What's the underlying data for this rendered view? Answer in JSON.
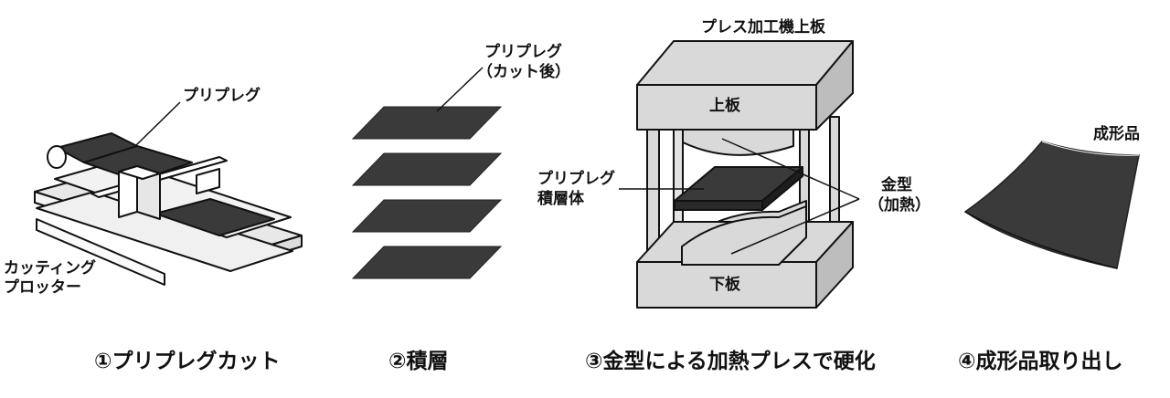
{
  "panel1": {
    "prepreg_label": "プリプレグ",
    "plotter_label_line1": "カッティング",
    "plotter_label_line2": "プロッター"
  },
  "panel2": {
    "prepreg_label_line1": "プリプレグ",
    "prepreg_label_line2": "（カット後）"
  },
  "panel3": {
    "machine_label": "プレス加工機上板",
    "upper_plate_label": "上板",
    "lower_plate_label": "下板",
    "laminate_label_line1": "プリプレグ",
    "laminate_label_line2": "積層体",
    "mold_label_line1": "金型",
    "mold_label_line2": "（加熱）"
  },
  "panel4": {
    "product_label": "成形品"
  },
  "steps": [
    "①プリプレグカット",
    "②積層",
    "③金型による加熱プレスで硬化",
    "④成形品取り出し"
  ],
  "colors": {
    "machine_gray": "#d9d9d9",
    "sheet_dark": "#3a3a3a",
    "outline": "#111111"
  }
}
